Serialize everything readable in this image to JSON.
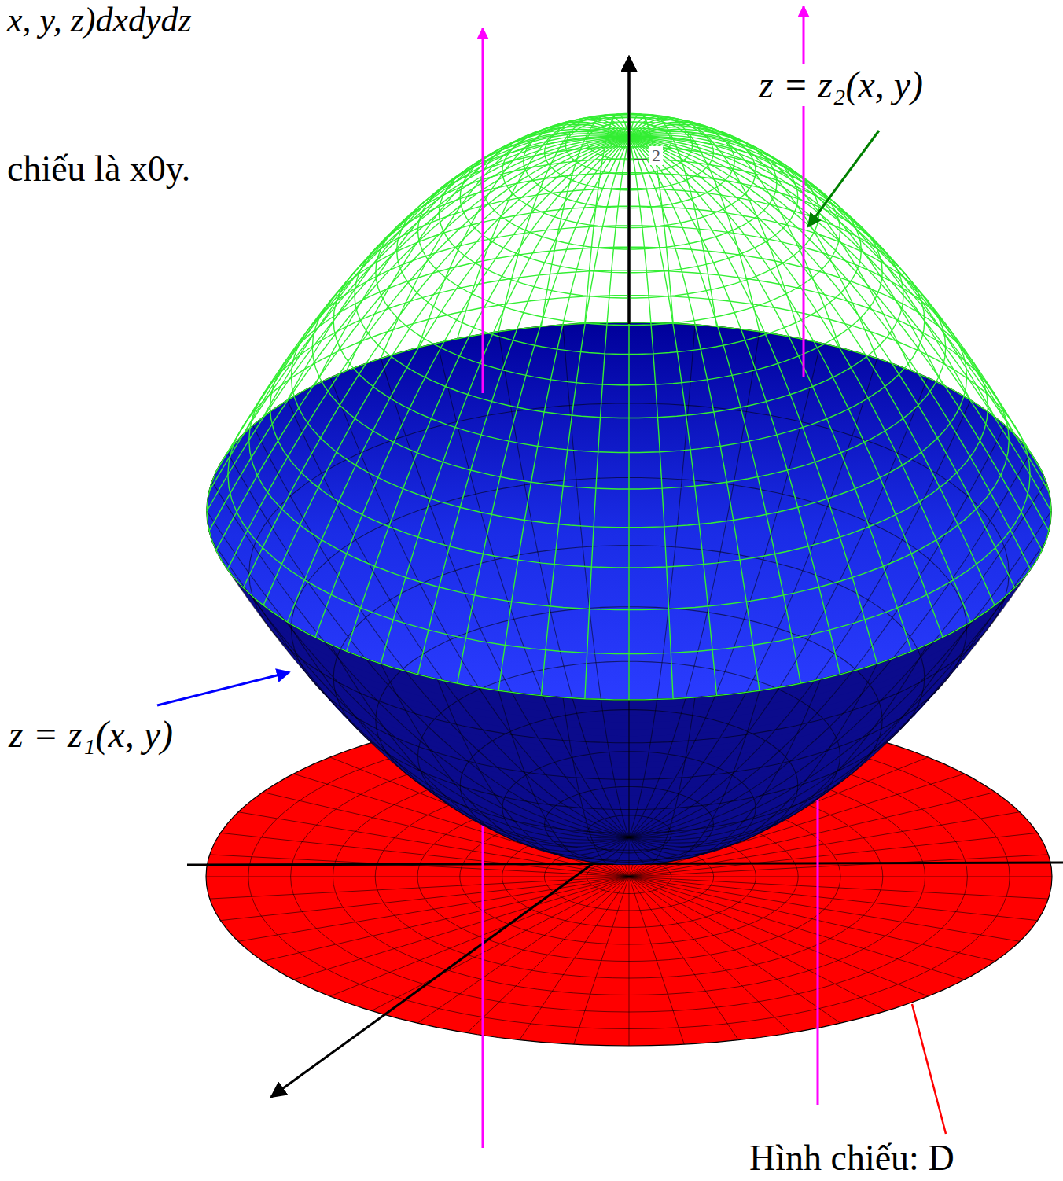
{
  "diagram": {
    "labels": [
      "x, y, z)dxdydz",
      "chiếu là x0y.",
      "z = z₂(x, y)",
      "2",
      "z = z₁(x, y)",
      "Hình chiếu: D"
    ]
  }
}
